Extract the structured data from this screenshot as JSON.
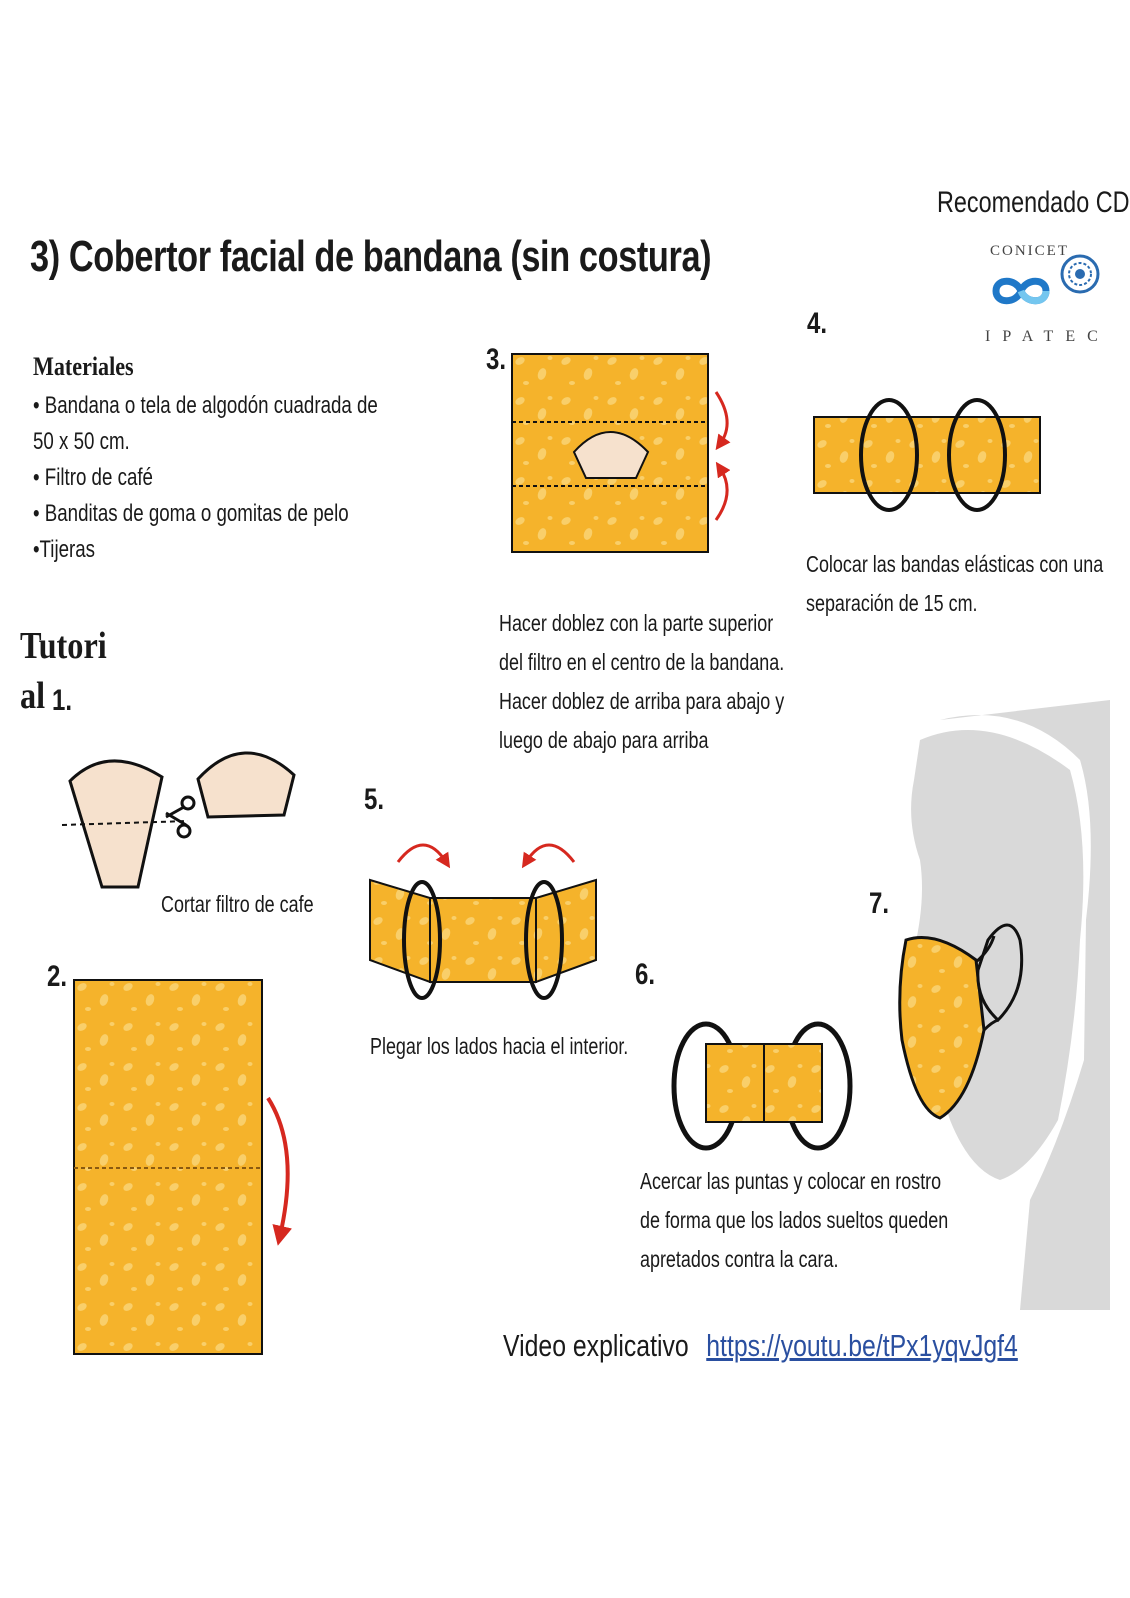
{
  "header": {
    "title": "3) Cobertor facial de bandana (sin costura)",
    "recommended": "Recomendado CDC",
    "logo_conicet": "CONICET",
    "logo_ipatec": "IPATEC"
  },
  "materials": {
    "title": "Materiales",
    "items": [
      "• Bandana o tela de algodón cuadrada de",
      "50 x 50 cm.",
      "• Filtro de café",
      "• Banditas de goma o gomitas de pelo",
      "•Tijeras"
    ]
  },
  "tutorial": {
    "heading_line1": "Tutori",
    "heading_line2": "al"
  },
  "steps": {
    "s1": {
      "number": "1.",
      "caption": "Cortar filtro de cafe"
    },
    "s2": {
      "number": "2."
    },
    "s3": {
      "number": "3.",
      "caption_lines": [
        "Hacer doblez con la parte superior",
        "del filtro en el centro de la bandana.",
        "Hacer doblez de arriba para abajo y",
        "luego de abajo para arriba"
      ]
    },
    "s4": {
      "number": "4.",
      "caption_lines": [
        "Colocar las bandas elásticas con una",
        "separación de 15 cm."
      ]
    },
    "s5": {
      "number": "5.",
      "caption": "Plegar los lados hacia el  interior."
    },
    "s6": {
      "number": "6.",
      "caption_lines": [
        "Acercar las puntas y colocar en rostro",
        "de forma que los lados sueltos queden",
        "apretados contra la cara."
      ]
    },
    "s7": {
      "number": "7."
    }
  },
  "video": {
    "label": "Video explicativo",
    "link": "https://youtu.be/tPx1yqvJgf4"
  },
  "colors": {
    "fabric": "#f5b32b",
    "fabric_spot": "#f9cf6a",
    "filter": "#f6e1cd",
    "arrow": "#d6281f",
    "silhouette": "#d9d9d9",
    "link": "#2a4fa0"
  }
}
